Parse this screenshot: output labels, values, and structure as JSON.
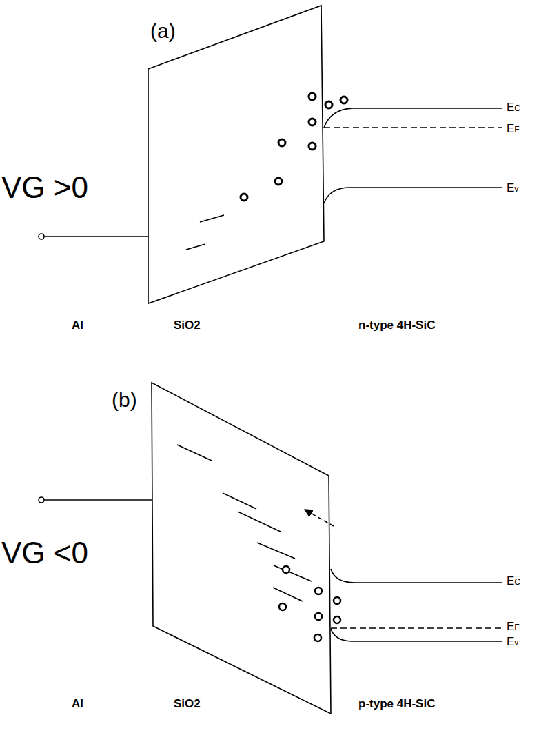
{
  "diagram": {
    "labels": [
      "(a)",
      "VG >0",
      "EC",
      "EF",
      "Ev",
      "Al",
      "SiO2",
      "n-type 4H-SiC",
      "(b)",
      "VG <0",
      "EC",
      "EF",
      "Ev",
      "Al",
      "SiO2",
      "p-type 4H-SiC"
    ]
  }
}
